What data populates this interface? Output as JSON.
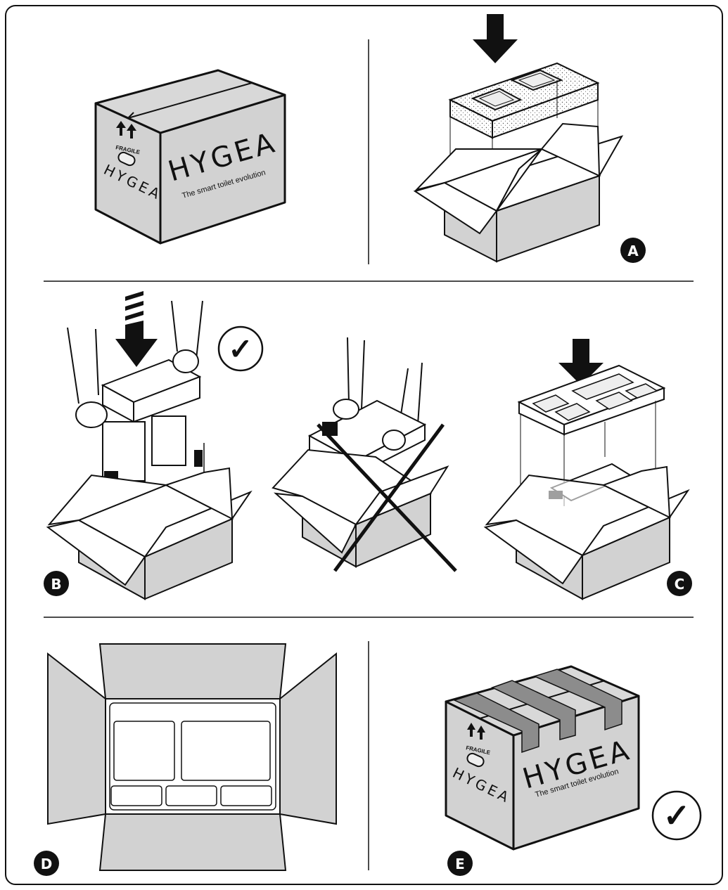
{
  "brand": {
    "name": "HYGEA",
    "tagline": "The smart toilet evolution",
    "fragile": "FRAGILE"
  },
  "steps": [
    "A",
    "B",
    "C",
    "D",
    "E"
  ],
  "marks": {
    "check": "✓"
  },
  "colors": {
    "line": "#111111",
    "box_fill": "#d2d2d2",
    "tape": "#8c8c8c",
    "foam_fill": "#eeeeee",
    "background": "#ffffff"
  }
}
